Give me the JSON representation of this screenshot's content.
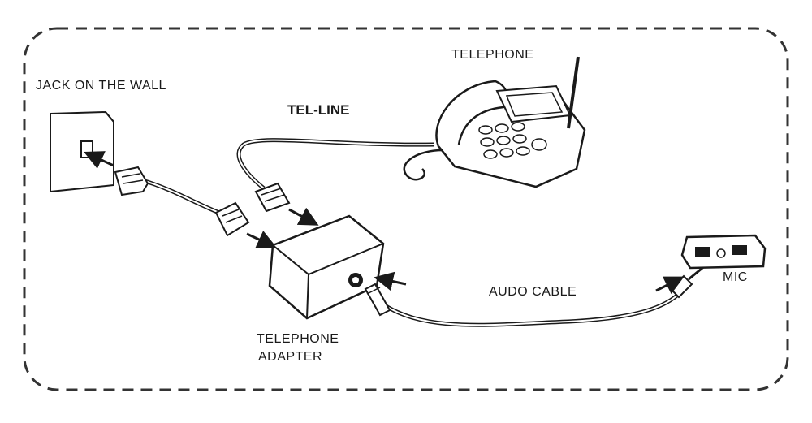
{
  "labels": {
    "jack": "JACK ON THE WALL",
    "telephone": "TELEPHONE",
    "tel_line": "TEL-LINE",
    "adapter_line1": "TELEPHONE",
    "adapter_line2": "ADAPTER",
    "audio_cable": "AUDO CABLE",
    "mic": "MIC"
  },
  "colors": {
    "ink": "#1a1a1a",
    "border": "#333333",
    "background": "#ffffff"
  }
}
